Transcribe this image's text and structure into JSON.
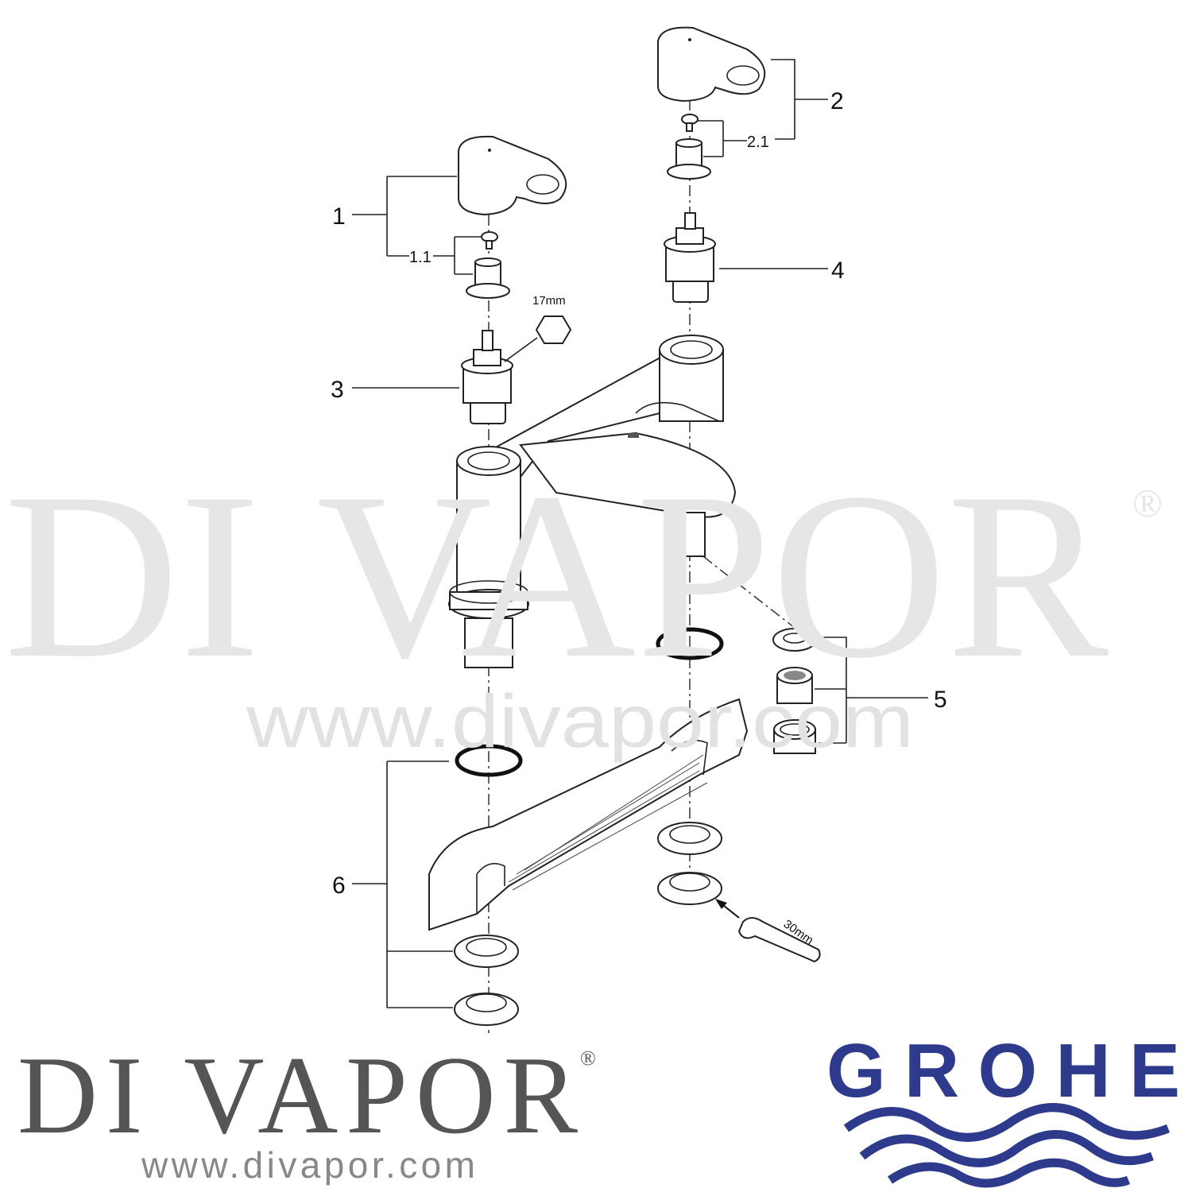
{
  "watermark": {
    "brand": "DI VAPOR",
    "registered": "®",
    "url": "www.divapor.com"
  },
  "callouts": {
    "p1": "1",
    "p1_1": "1.1",
    "p2": "2",
    "p2_1": "2.1",
    "p3": "3",
    "p4": "4",
    "p5": "5",
    "p6": "6"
  },
  "dimensions": {
    "hex_key": "17mm",
    "wrench": "30mm"
  },
  "footer": {
    "divapor_logo": "DI VAPOR",
    "divapor_registered": "®",
    "divapor_url": "www.divapor.com",
    "grohe_logo": "GROHE",
    "grohe_color": "#2e3a8c"
  }
}
